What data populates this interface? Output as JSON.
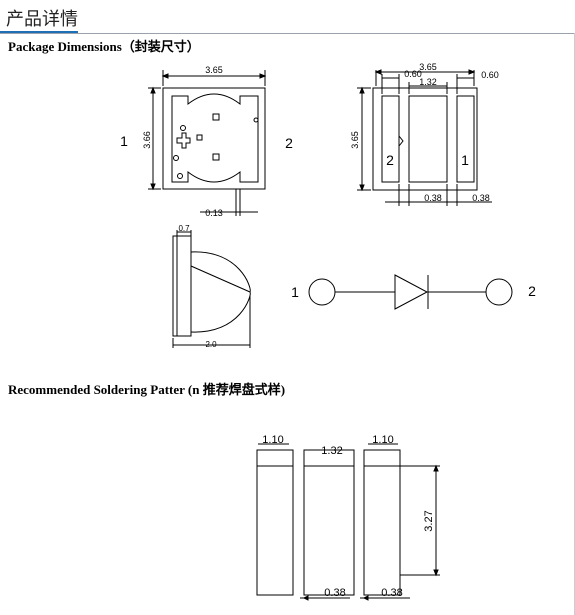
{
  "header": {
    "title": "产品详情"
  },
  "package_section": {
    "title": "Package Dimensions（封装尺寸）",
    "top_view": {
      "width": "3.65",
      "height": "3.66",
      "offset": "0.13",
      "pin_left": "1",
      "pin_right": "2"
    },
    "bottom_view": {
      "width": "3.65",
      "height": "3.65",
      "pad_left": "0.60",
      "pad_right": "0.60",
      "center": "1.32",
      "gap_left": "0.38",
      "gap_right": "0.38",
      "pin_left": "2",
      "pin_right": "1"
    },
    "side_view": {
      "top_width": "0.7",
      "bottom_width": "2.0"
    },
    "schematic": {
      "pin_left": "1",
      "pin_right": "2"
    }
  },
  "soldering_section": {
    "title": "Recommended Soldering Patter (n 推荐焊盘式样)",
    "pad_left_width": "1.10",
    "pad_center_width": "1.32",
    "pad_right_width": "1.10",
    "height": "3.27",
    "gap_left": "0.38",
    "gap_right": "0.38"
  }
}
